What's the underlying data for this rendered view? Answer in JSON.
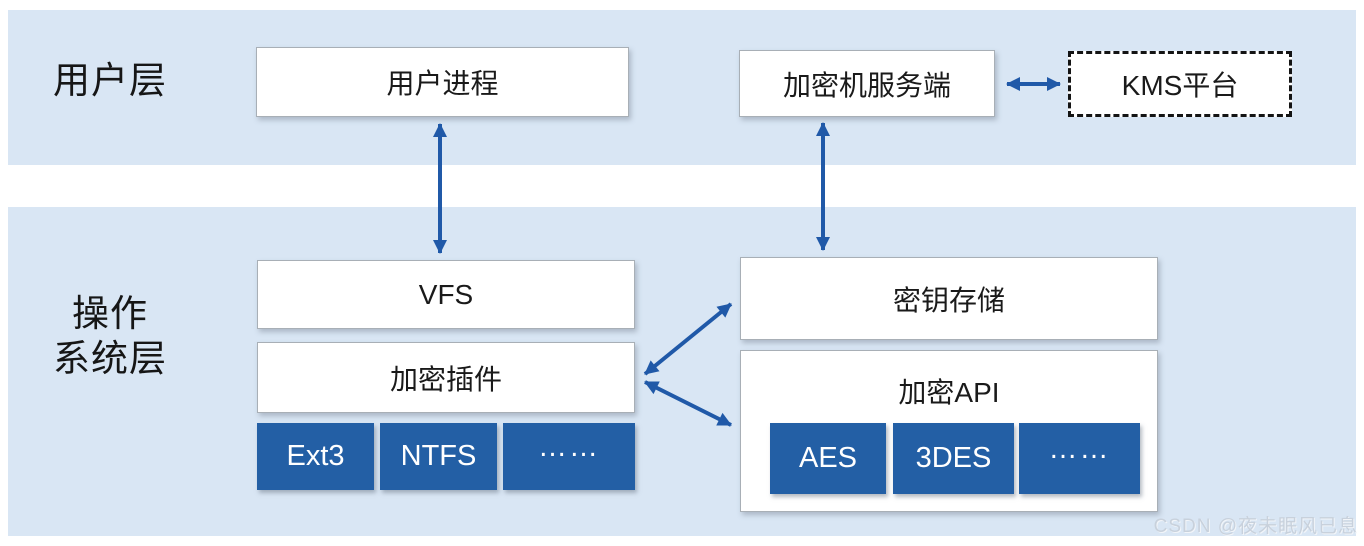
{
  "layers": [
    {
      "id": "user-layer",
      "label": "用户层"
    },
    {
      "id": "os-layer",
      "label": "操作系统层",
      "label_lines": [
        "操作",
        "系统层"
      ]
    }
  ],
  "nodes": {
    "user_process": {
      "label": "用户进程"
    },
    "hsm_server": {
      "label": "加密机服务端"
    },
    "kms": {
      "label": "KMS平台",
      "border": "dashed"
    },
    "vfs": {
      "label": "VFS"
    },
    "crypto_plugin": {
      "label": "加密插件"
    },
    "key_storage": {
      "label": "密钥存储"
    },
    "crypto_api": {
      "label": "加密API"
    },
    "fs_items": [
      "Ext3",
      "NTFS",
      "……"
    ],
    "algo_items": [
      "AES",
      "3DES",
      "……"
    ]
  },
  "edges": [
    {
      "from": "用户进程",
      "to": "VFS",
      "bidirectional": true
    },
    {
      "from": "加密机服务端",
      "to": "密钥存储",
      "bidirectional": true
    },
    {
      "from": "加密机服务端",
      "to": "KMS平台",
      "bidirectional": true
    },
    {
      "from": "加密插件",
      "to": "密钥存储",
      "bidirectional": true
    },
    {
      "from": "加密插件",
      "to": "加密API",
      "bidirectional": true
    }
  ],
  "colors": {
    "band_background": "#d9e6f4",
    "dark_box": "#235fa5",
    "arrow": "#2059a8",
    "box_border": "#a8afb6",
    "kms_dashed_border": "#141414",
    "text": "#1a1a1a",
    "watermark": "#c8d1dc"
  },
  "watermark": {
    "text": "CSDN @夜未眠风已息"
  }
}
